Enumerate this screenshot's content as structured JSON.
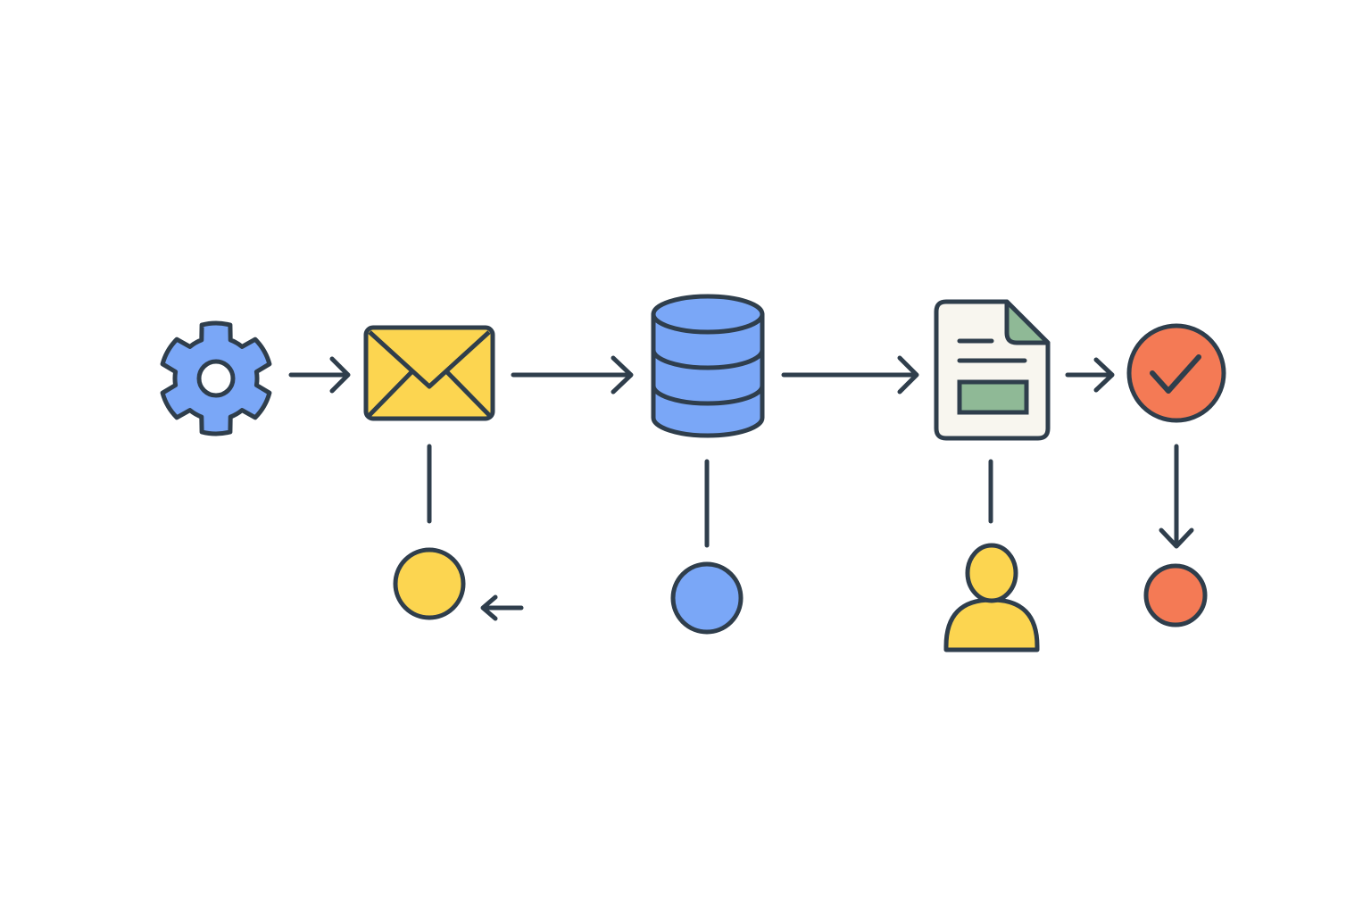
{
  "diagram": {
    "background": "#ffffff",
    "colors": {
      "outline": "#2f3e4c",
      "blue": "#7aa7f7",
      "yellow": "#fcd550",
      "green": "#8fb996",
      "red": "#f47a55",
      "paper": "#f8f6ef"
    },
    "nodes": [
      {
        "id": "gear",
        "icon": "gear-icon"
      },
      {
        "id": "mail",
        "icon": "envelope-icon"
      },
      {
        "id": "db",
        "icon": "database-icon"
      },
      {
        "id": "doc",
        "icon": "document-icon"
      },
      {
        "id": "check",
        "icon": "check-circle-icon"
      },
      {
        "id": "yellow-dot",
        "icon": "circle-icon"
      },
      {
        "id": "blue-dot",
        "icon": "circle-icon"
      },
      {
        "id": "user",
        "icon": "user-icon"
      },
      {
        "id": "red-dot",
        "icon": "circle-icon"
      }
    ],
    "edges": [
      {
        "from": "gear",
        "to": "mail",
        "style": "arrow"
      },
      {
        "from": "mail",
        "to": "db",
        "style": "arrow"
      },
      {
        "from": "db",
        "to": "doc",
        "style": "arrow"
      },
      {
        "from": "doc",
        "to": "check",
        "style": "arrow"
      },
      {
        "from": "mail",
        "to": "yellow-dot",
        "style": "line"
      },
      {
        "from": "db",
        "to": "blue-dot",
        "style": "line"
      },
      {
        "from": "doc",
        "to": "user",
        "style": "line"
      },
      {
        "from": "check",
        "to": "red-dot",
        "style": "arrow"
      },
      {
        "from": "free-arrow",
        "to": "yellow-dot",
        "style": "arrow"
      }
    ]
  }
}
